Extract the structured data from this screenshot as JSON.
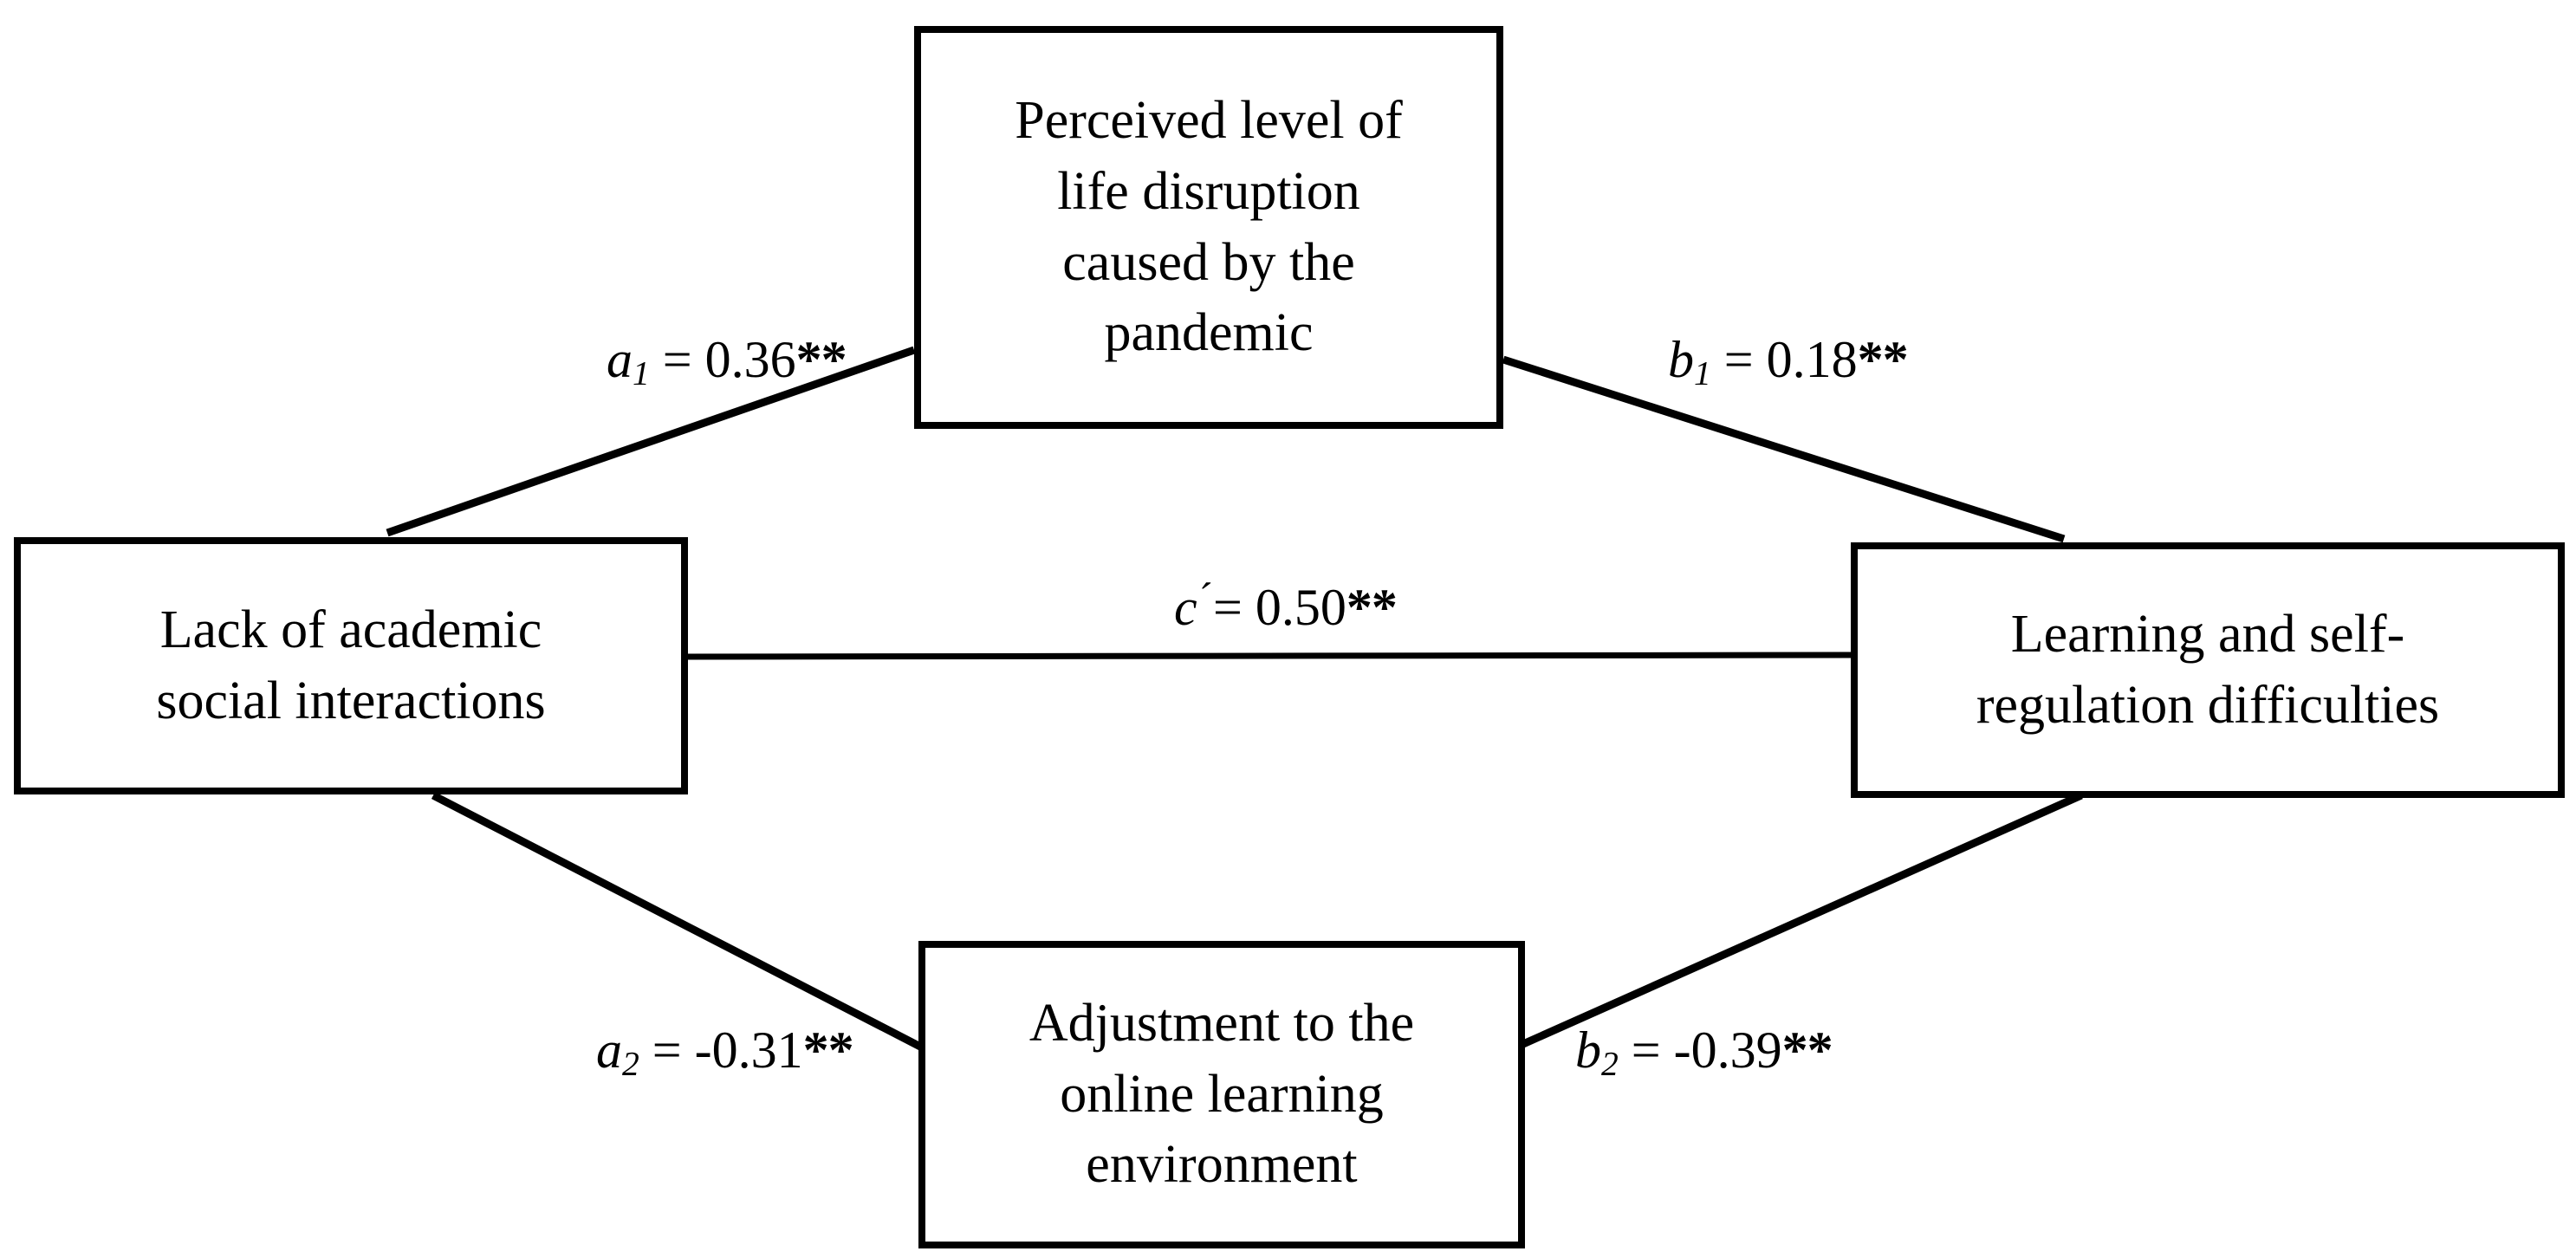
{
  "figure": {
    "type": "path-diagram",
    "description": "Parallel mediation model path diagram with four boxes and five labelled paths",
    "background_color": "#ffffff",
    "line_color": "#000000",
    "text_color": "#000000"
  },
  "nodes": {
    "top": {
      "id": "mediator-1",
      "label": "Perceived level of\nlife disruption\ncaused by the\npandemic"
    },
    "left": {
      "id": "predictor",
      "label": "Lack of academic\nsocial interactions"
    },
    "right": {
      "id": "outcome",
      "label": "Learning and self-\nregulation difficulties"
    },
    "bottom": {
      "id": "mediator-2",
      "label": "Adjustment to the\nonline learning\nenvironment"
    }
  },
  "paths": {
    "a1": {
      "coefficient_symbol": "a",
      "subscript": "1",
      "prime": "",
      "equals": " = ",
      "value": "0.36",
      "significance": "**",
      "full_text": "a1 = 0.36**",
      "from": "predictor",
      "to": "mediator-1"
    },
    "b1": {
      "coefficient_symbol": "b",
      "subscript": "1",
      "prime": "",
      "equals": " = ",
      "value": "0.18",
      "significance": "**",
      "full_text": "b1 = 0.18**",
      "from": "mediator-1",
      "to": "outcome"
    },
    "c_prime": {
      "coefficient_symbol": "c",
      "subscript": "",
      "prime": "´",
      "equals": "= ",
      "value": "0.50",
      "significance": "**",
      "full_text": "c´= 0.50**",
      "from": "predictor",
      "to": "outcome"
    },
    "a2": {
      "coefficient_symbol": "a",
      "subscript": "2",
      "prime": "",
      "equals": " = ",
      "value": "-0.31",
      "significance": "**",
      "full_text": "a2 = -0.31**",
      "from": "predictor",
      "to": "mediator-2"
    },
    "b2": {
      "coefficient_symbol": "b",
      "subscript": "2",
      "prime": "",
      "equals": " = ",
      "value": "-0.39",
      "significance": "**",
      "full_text": "b2 = -0.39**",
      "from": "mediator-2",
      "to": "outcome"
    }
  },
  "chart_data": {
    "type": "diagram",
    "title": "",
    "nodes": [
      "Perceived level of life disruption caused by the pandemic",
      "Lack of academic social interactions",
      "Learning and self-regulation difficulties",
      "Adjustment to the online learning environment"
    ],
    "edges": [
      {
        "label": "a1 = 0.36**",
        "value": 0.36,
        "significance": "**",
        "from": "Lack of academic social interactions",
        "to": "Perceived level of life disruption caused by the pandemic"
      },
      {
        "label": "b1 = 0.18**",
        "value": 0.18,
        "significance": "**",
        "from": "Perceived level of life disruption caused by the pandemic",
        "to": "Learning and self-regulation difficulties"
      },
      {
        "label": "c´= 0.50**",
        "value": 0.5,
        "significance": "**",
        "from": "Lack of academic social interactions",
        "to": "Learning and self-regulation difficulties"
      },
      {
        "label": "a2 = -0.31**",
        "value": -0.31,
        "significance": "**",
        "from": "Lack of academic social interactions",
        "to": "Adjustment to the online learning environment"
      },
      {
        "label": "b2 = -0.39**",
        "value": -0.39,
        "significance": "**",
        "from": "Adjustment to the online learning environment",
        "to": "Learning and self-regulation difficulties"
      }
    ]
  }
}
